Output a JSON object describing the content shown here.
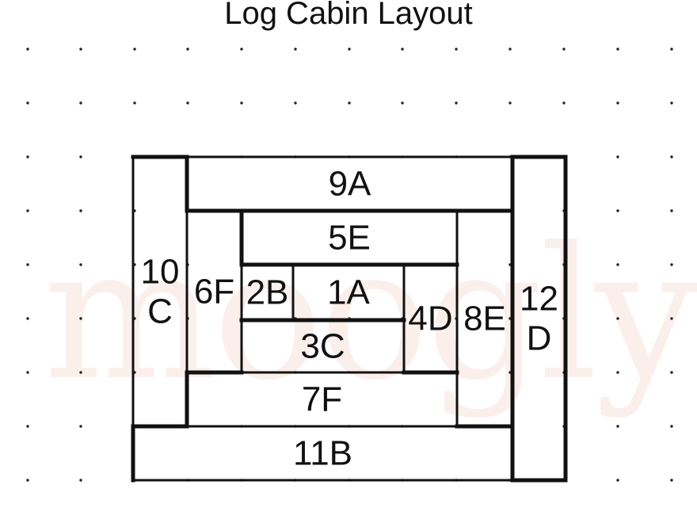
{
  "title": "Log Cabin Layout",
  "watermark": "moogly",
  "colors": {
    "line": "#111111",
    "dot": "#222222",
    "watermark": "#f8e2de"
  },
  "blocks": [
    {
      "id": "block-1a",
      "label": "1A",
      "lines": [
        "1A"
      ]
    },
    {
      "id": "block-2b",
      "label": "2B",
      "lines": [
        "2B"
      ]
    },
    {
      "id": "block-3c",
      "label": "3C",
      "lines": [
        "3C"
      ]
    },
    {
      "id": "block-4d",
      "label": "4D",
      "lines": [
        "4D"
      ]
    },
    {
      "id": "block-5e",
      "label": "5E",
      "lines": [
        "5E"
      ]
    },
    {
      "id": "block-6f",
      "label": "6F",
      "lines": [
        "6F"
      ]
    },
    {
      "id": "block-7f",
      "label": "7F",
      "lines": [
        "7F"
      ]
    },
    {
      "id": "block-8e",
      "label": "8E",
      "lines": [
        "8E"
      ]
    },
    {
      "id": "block-9a",
      "label": "9A",
      "lines": [
        "9A"
      ]
    },
    {
      "id": "block-10c",
      "label": "10 C",
      "lines": [
        "10",
        "C"
      ]
    },
    {
      "id": "block-11b",
      "label": "11B",
      "lines": [
        "11B"
      ]
    },
    {
      "id": "block-12d",
      "label": "12 D",
      "lines": [
        "12",
        "D"
      ]
    }
  ]
}
